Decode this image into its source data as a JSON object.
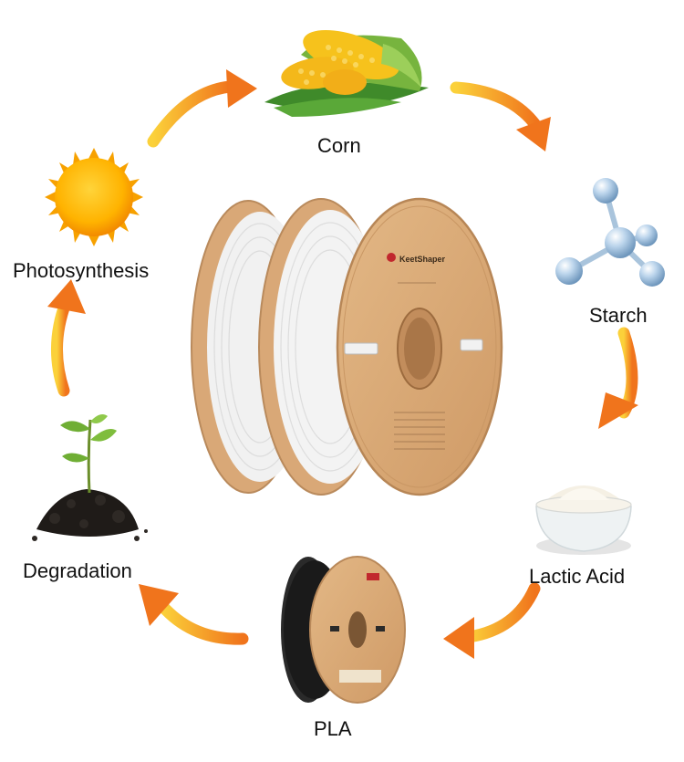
{
  "steps": [
    {
      "id": "corn",
      "label": "Corn",
      "icon": "corn-icon"
    },
    {
      "id": "starch",
      "label": "Starch",
      "icon": "molecule-icon"
    },
    {
      "id": "lactic_acid",
      "label": "Lactic Acid",
      "icon": "powder-bowl-icon"
    },
    {
      "id": "pla",
      "label": "PLA",
      "icon": "black-filament-spool-icon"
    },
    {
      "id": "degradation",
      "label": "Degradation",
      "icon": "sprout-in-soil-icon"
    },
    {
      "id": "photosynthesis",
      "label": "Photosynthesis",
      "icon": "sun-icon"
    }
  ],
  "center_product": {
    "brand": "KeetShaper",
    "icon": "white-filament-spools-icon"
  },
  "colors": {
    "arrow_start": "#fbd13a",
    "arrow_end": "#f0741c",
    "cardboard": "#d9a877",
    "filament_white": "#f1f1f1",
    "filament_black": "#1c1c1c"
  }
}
